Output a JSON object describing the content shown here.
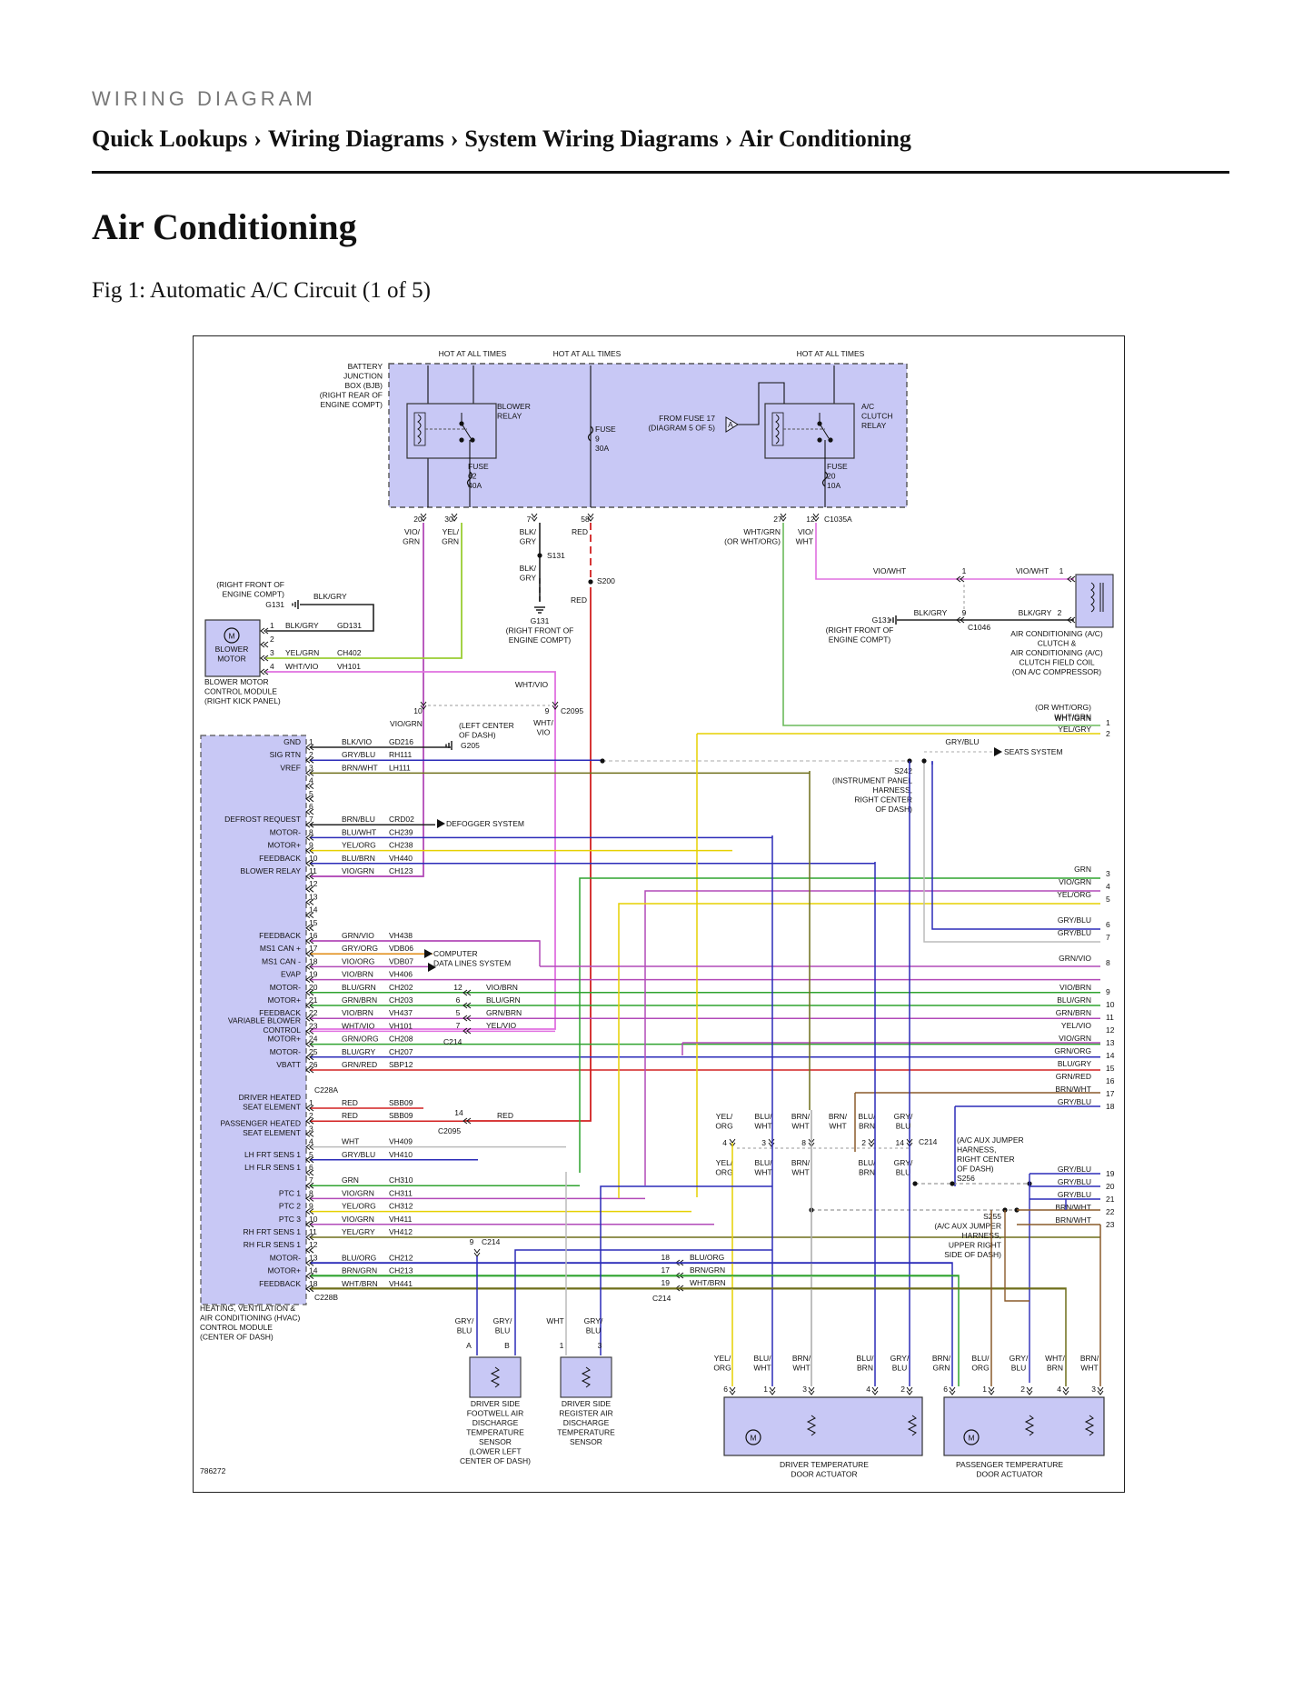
{
  "header": {
    "kicker": "WIRING DIAGRAM",
    "breadcrumb": [
      "Quick Lookups",
      "Wiring Diagrams",
      "System Wiring Diagrams",
      "Air Conditioning"
    ],
    "separator": "›"
  },
  "page_title": "Air Conditioning",
  "figure": {
    "caption": "Fig 1: Automatic A/C Circuit (1 of 5)",
    "number": "786272"
  },
  "bjb": {
    "label": [
      "BATTERY",
      "JUNCTION",
      "BOX (BJB)",
      "(RIGHT REAR OF",
      "ENGINE COMPT)"
    ],
    "hot_labels": [
      "HOT AT ALL TIMES",
      "HOT AT ALL TIMES",
      "HOT AT ALL TIMES"
    ],
    "blower_relay": [
      "BLOWER",
      "RELAY"
    ],
    "ac_relay": [
      "A/C",
      "CLUTCH",
      "RELAY"
    ],
    "fuse62": [
      "FUSE",
      "62",
      "40A"
    ],
    "fuse9": [
      "FUSE",
      "9",
      "30A"
    ],
    "fuse20": [
      "FUSE",
      "20",
      "10A"
    ],
    "from_fuse": [
      "FROM FUSE 17",
      "(DIAGRAM 5 OF 5)"
    ],
    "ref_letter": "A",
    "pins": [
      "20",
      "30",
      "7",
      "58",
      "27",
      "12"
    ],
    "connector": "C1035A",
    "pin_wires": [
      [
        "VIO/",
        "GRN"
      ],
      [
        "YEL/",
        "GRN"
      ],
      [
        "BLK/",
        "GRY"
      ],
      [
        "RED"
      ],
      [
        "WHT/GRN",
        "(OR WHT/ORG)"
      ],
      [
        "VIO/",
        "WHT"
      ]
    ]
  },
  "splices": {
    "s131": "S131",
    "s200": "S200",
    "s131_wire": [
      "BLK/",
      "GRY"
    ],
    "s200_wire": "RED",
    "g131_center": [
      "G131",
      "(RIGHT FRONT OF",
      "ENGINE COMPT)"
    ]
  },
  "blower_motor": {
    "ground_label": [
      "(RIGHT FRONT OF",
      "ENGINE COMPT)",
      "G131"
    ],
    "ground_wire": "BLK/GRY",
    "motor_label": [
      "BLOWER",
      "MOTOR"
    ],
    "module_label": [
      "BLOWER MOTOR",
      "CONTROL MODULE",
      "(RIGHT KICK PANEL)"
    ],
    "pins": [
      {
        "pin": "1",
        "color": "BLK/GRY",
        "circuit": "GD131"
      },
      {
        "pin": "2",
        "color": "",
        "circuit": ""
      },
      {
        "pin": "3",
        "color": "YEL/GRN",
        "circuit": "CH402"
      },
      {
        "pin": "4",
        "color": "WHT/VIO",
        "circuit": "VH101"
      }
    ]
  },
  "compressor": {
    "wire1_left": "VIO/WHT",
    "wire1_right": "VIO/WHT",
    "wire2_left": "BLK/GRY",
    "wire2_right": "BLK/GRY",
    "pins_left": [
      "1",
      "9"
    ],
    "pins_right": [
      "1",
      "2"
    ],
    "connector": "C1046",
    "ground": [
      "G131",
      "(RIGHT FRONT OF",
      "ENGINE COMPT)"
    ],
    "label": [
      "AIR CONDITIONING (A/C)",
      "CLUTCH &",
      "AIR CONDITIONING (A/C)",
      "CLUTCH FIELD COIL",
      "(ON A/C COMPRESSOR)"
    ]
  },
  "center_notes": {
    "wht_vio": "WHT/VIO",
    "pin10": "10",
    "pin9": "9",
    "c2095": "C2095",
    "vio_grn": "VIO/GRN",
    "left_center": [
      "(LEFT CENTER",
      "OF DASH)",
      "G205"
    ],
    "wht_vio2": [
      "WHT/",
      "VIO"
    ]
  },
  "right_column": {
    "or_wht_org": [
      "(OR WHT/ORG)",
      "WHT/GRN"
    ],
    "rows": [
      {
        "color": "WHT/GRN",
        "pin": "1"
      },
      {
        "color": "YEL/GRY",
        "pin": "2"
      },
      {
        "color": "GRN",
        "pin": "3"
      },
      {
        "color": "VIO/GRN",
        "pin": "4"
      },
      {
        "color": "YEL/ORG",
        "pin": "5"
      },
      {
        "color": "GRY/BLU",
        "pin": "6"
      },
      {
        "color": "GRY/BLU",
        "pin": "7"
      },
      {
        "color": "GRN/VIO",
        "pin": "8"
      },
      {
        "color": "VIO/BRN",
        "pin": "9"
      },
      {
        "color": "BLU/GRN",
        "pin": "10"
      },
      {
        "color": "GRN/BRN",
        "pin": "11"
      },
      {
        "color": "YEL/VIO",
        "pin": "12"
      },
      {
        "color": "VIO/GRN",
        "pin": "13"
      },
      {
        "color": "GRN/ORG",
        "pin": "14"
      },
      {
        "color": "BLU/GRY",
        "pin": "15"
      },
      {
        "color": "GRN/RED",
        "pin": "16"
      },
      {
        "color": "BRN/WHT",
        "pin": "17"
      },
      {
        "color": "GRY/BLU",
        "pin": "18"
      },
      {
        "color": "GRY/BLU",
        "pin": "19"
      },
      {
        "color": "GRY/BLU",
        "pin": "20"
      },
      {
        "color": "GRY/BLU",
        "pin": "21"
      },
      {
        "color": "BRN/WHT",
        "pin": "22"
      },
      {
        "color": "BRN/WHT",
        "pin": "23"
      }
    ],
    "gry_blu": "GRY/BLU",
    "seats": "SEATS SYSTEM",
    "s242": [
      "S242",
      "(INSTRUMENT PANEL",
      "HARNESS,",
      "RIGHT CENTER",
      "OF DASH)"
    ],
    "s256": [
      "(A/C AUX JUMPER",
      "HARNESS,",
      "RIGHT CENTER",
      "OF DASH)",
      "S256"
    ],
    "s255": [
      "S255",
      "(A/C AUX JUMPER",
      "HARNESS,",
      "UPPER RIGHT",
      "SIDE OF DASH)"
    ]
  },
  "hvac": {
    "connector_a": "C228A",
    "connector_b": "C228B",
    "label": [
      "HEATING, VENTILATION &",
      "AIR CONDITIONING (HVAC)",
      "CONTROL MODULE",
      "(CENTER OF DASH)"
    ],
    "rows_a": [
      {
        "pin": "1",
        "func": "GND",
        "color": "BLK/VIO",
        "circuit": "GD216"
      },
      {
        "pin": "2",
        "func": "SIG RTN",
        "color": "GRY/BLU",
        "circuit": "RH111"
      },
      {
        "pin": "3",
        "func": "VREF",
        "color": "BRN/WHT",
        "circuit": "LH111"
      },
      {
        "pin": "4",
        "func": "",
        "color": "",
        "circuit": ""
      },
      {
        "pin": "5",
        "func": "",
        "color": "",
        "circuit": ""
      },
      {
        "pin": "6",
        "func": "",
        "color": "",
        "circuit": ""
      },
      {
        "pin": "7",
        "func": "DEFROST REQUEST",
        "color": "BRN/BLU",
        "circuit": "CRD02"
      },
      {
        "pin": "8",
        "func": "MOTOR-",
        "color": "BLU/WHT",
        "circuit": "CH239"
      },
      {
        "pin": "9",
        "func": "MOTOR+",
        "color": "YEL/ORG",
        "circuit": "CH238"
      },
      {
        "pin": "10",
        "func": "FEEDBACK",
        "color": "BLU/BRN",
        "circuit": "VH440"
      },
      {
        "pin": "11",
        "func": "BLOWER RELAY",
        "color": "VIO/GRN",
        "circuit": "CH123"
      },
      {
        "pin": "12",
        "func": "",
        "color": "",
        "circuit": ""
      },
      {
        "pin": "13",
        "func": "",
        "color": "",
        "circuit": ""
      },
      {
        "pin": "14",
        "func": "",
        "color": "",
        "circuit": ""
      },
      {
        "pin": "15",
        "func": "",
        "color": "",
        "circuit": ""
      },
      {
        "pin": "16",
        "func": "FEEDBACK",
        "color": "GRN/VIO",
        "circuit": "VH438"
      },
      {
        "pin": "17",
        "func": "MS1 CAN +",
        "color": "GRY/ORG",
        "circuit": "VDB06"
      },
      {
        "pin": "18",
        "func": "MS1 CAN -",
        "color": "VIO/ORG",
        "circuit": "VDB07"
      },
      {
        "pin": "19",
        "func": "EVAP",
        "color": "VIO/BRN",
        "circuit": "VH406"
      },
      {
        "pin": "20",
        "func": "MOTOR-",
        "color": "BLU/GRN",
        "circuit": "CH202"
      },
      {
        "pin": "21",
        "func": "MOTOR+",
        "color": "GRN/BRN",
        "circuit": "CH203"
      },
      {
        "pin": "22",
        "func": "FEEDBACK",
        "color": "VIO/BRN",
        "circuit": "VH437"
      },
      {
        "pin": "23",
        "func": "VARIABLE BLOWER CONTROL",
        "color": "WHT/VIO",
        "circuit": "VH101"
      },
      {
        "pin": "24",
        "func": "MOTOR+",
        "color": "GRN/ORG",
        "circuit": "CH208"
      },
      {
        "pin": "25",
        "func": "MOTOR-",
        "color": "BLU/GRY",
        "circuit": "CH207"
      },
      {
        "pin": "26",
        "func": "VBATT",
        "color": "GRN/RED",
        "circuit": "SBP12"
      }
    ],
    "rows_b": [
      {
        "pin": "1",
        "func": "DRIVER HEATED SEAT ELEMENT",
        "color": "RED",
        "circuit": "SBB09"
      },
      {
        "pin": "2",
        "func": "",
        "color": "RED",
        "circuit": "SBB09"
      },
      {
        "pin": "3",
        "func": "PASSENGER HEATED SEAT ELEMENT",
        "color": "",
        "circuit": ""
      },
      {
        "pin": "4",
        "func": "",
        "color": "WHT",
        "circuit": "VH409"
      },
      {
        "pin": "5",
        "func": "LH FRT SENS 1",
        "color": "GRY/BLU",
        "circuit": "VH410"
      },
      {
        "pin": "6",
        "func": "LH FLR SENS 1",
        "color": "",
        "circuit": ""
      },
      {
        "pin": "7",
        "func": "",
        "color": "GRN",
        "circuit": "CH310"
      },
      {
        "pin": "8",
        "func": "PTC 1",
        "color": "VIO/GRN",
        "circuit": "CH311"
      },
      {
        "pin": "9",
        "func": "PTC 2",
        "color": "YEL/ORG",
        "circuit": "CH312"
      },
      {
        "pin": "10",
        "func": "PTC 3",
        "color": "VIO/GRN",
        "circuit": "VH411"
      },
      {
        "pin": "11",
        "func": "RH FRT SENS 1",
        "color": "YEL/GRY",
        "circuit": "VH412"
      },
      {
        "pin": "12",
        "func": "RH FLR SENS 1",
        "color": "",
        "circuit": ""
      },
      {
        "pin": "13",
        "func": "MOTOR-",
        "color": "BLU/ORG",
        "circuit": "CH212"
      },
      {
        "pin": "14",
        "func": "MOTOR+",
        "color": "BRN/GRN",
        "circuit": "CH213"
      },
      {
        "pin": "18",
        "func": "FEEDBACK",
        "color": "WHT/BRN",
        "circuit": "VH441"
      }
    ],
    "defogger": "DEFOGGER SYSTEM",
    "computer": [
      "COMPUTER",
      "DATA LINES SYSTEM"
    ]
  },
  "c214": {
    "connector": "C214",
    "pins_a": [
      "12",
      "6",
      "5",
      "7"
    ],
    "colors_a": [
      "VIO/BRN",
      "BLU/GRN",
      "GRN/BRN",
      "YEL/VIO"
    ],
    "pin_b": "9",
    "pins_c": [
      "18",
      "17",
      "19"
    ],
    "colors_c": [
      "BLU/ORG",
      "BRN/GRN",
      "WHT/BRN"
    ],
    "red_pin": "14",
    "red": "RED",
    "mid_pins": [
      "4",
      "3",
      "8",
      "2",
      "14"
    ],
    "mid_top": [
      [
        "YEL/",
        "ORG"
      ],
      [
        "BLU/",
        "WHT"
      ],
      [
        "BRN/",
        "WHT"
      ],
      [
        "BRN/",
        "WHT"
      ],
      [
        "BLU/",
        "BRN"
      ],
      [
        "GRY/",
        "BLU"
      ]
    ],
    "mid_bot": [
      [
        "YEL/",
        "ORG"
      ],
      [
        "BLU/",
        "WHT"
      ],
      [
        "BRN/",
        "WHT"
      ],
      [
        "BLU/",
        "BRN"
      ],
      [
        "GRY/",
        "BLU"
      ]
    ]
  },
  "sensors": {
    "footwell": {
      "pins": [
        "A",
        "B"
      ],
      "wires": [
        [
          "GRY/",
          "BLU"
        ],
        [
          "GRY/",
          "BLU"
        ]
      ],
      "label": [
        "DRIVER SIDE",
        "FOOTWELL AIR",
        "DISCHARGE",
        "TEMPERATURE",
        "SENSOR",
        "(LOWER LEFT",
        "CENTER OF DASH)"
      ]
    },
    "register": {
      "pins": [
        "1",
        "3"
      ],
      "wires": [
        [
          "WHT"
        ],
        [
          "GRY/",
          "BLU"
        ]
      ],
      "label": [
        "DRIVER SIDE",
        "REGISTER AIR",
        "DISCHARGE",
        "TEMPERATURE",
        "SENSOR"
      ]
    }
  },
  "actuators": {
    "driver": {
      "pins": [
        "6",
        "1",
        "3",
        "4",
        "2"
      ],
      "wires": [
        [
          "YEL/",
          "ORG"
        ],
        [
          "BLU/",
          "WHT"
        ],
        [
          "BRN/",
          "WHT"
        ],
        [
          "BLU/",
          "BRN"
        ],
        [
          "GRY/",
          "BLU"
        ]
      ],
      "label": [
        "DRIVER TEMPERATURE",
        "DOOR ACTUATOR"
      ]
    },
    "passenger": {
      "pins": [
        "6",
        "1",
        "2",
        "4",
        "3"
      ],
      "wires": [
        [
          "BRN/",
          "GRN"
        ],
        [
          "BLU/",
          "ORG"
        ],
        [
          "GRY/",
          "BLU"
        ],
        [
          "WHT/",
          "BRN"
        ],
        [
          "BRN/",
          "WHT"
        ]
      ],
      "label": [
        "PASSENGER TEMPERATURE",
        "DOOR ACTUATOR"
      ]
    }
  },
  "colors": {
    "module_fill": "#c8c8f5",
    "module_stroke": "#555599",
    "VIO": "#b24ab8",
    "YEL": "#e6d000",
    "GRN": "#2fa32f",
    "RED": "#d22020",
    "BLU": "#2b2bb8",
    "BRN": "#8a5a2a",
    "GRY": "#aaaaaa",
    "BLK": "#222222",
    "PINK": "#e070e0",
    "OLIVE": "#6f6f1a",
    "ORG": "#e08a10"
  }
}
